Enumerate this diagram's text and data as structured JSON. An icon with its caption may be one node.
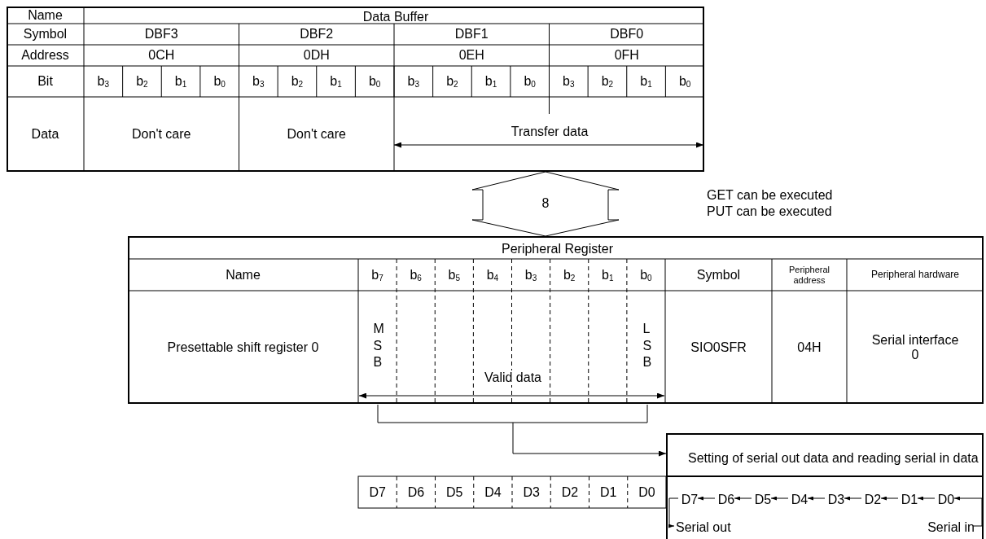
{
  "diagram": {
    "nodes": [
      {
        "text": [
          "Data Buffer"
        ]
      },
      {
        "text": [
          "Peripheral Register"
        ]
      },
      {
        "text": [
          "Setting of serial out data and reading serial in data"
        ]
      },
      {
        "text": [
          "D7"
        ],
        "in": 2
      },
      {
        "text": [
          "D6"
        ],
        "in": 2
      },
      {
        "text": [
          "D5"
        ],
        "in": 2
      },
      {
        "text": [
          "D4"
        ],
        "in": 2
      },
      {
        "text": [
          "D3"
        ],
        "in": 2
      },
      {
        "text": [
          "D2"
        ],
        "in": 2
      },
      {
        "text": [
          "D1"
        ],
        "in": 2
      },
      {
        "text": [
          "D0"
        ],
        "in": 2
      },
      {
        "text": [
          "Serial out"
        ],
        "in": 2
      },
      {
        "text": [
          "Serial in"
        ],
        "in": 2
      }
    ],
    "edges": [
      {
        "from": 0,
        "to": 1,
        "arrow": "both",
        "label": "8",
        "style": "thick"
      },
      {
        "from": 1,
        "to": 2,
        "arrow": "to"
      },
      {
        "from": 4,
        "to": 3,
        "arrow": "to"
      },
      {
        "from": 5,
        "to": 4,
        "arrow": "to"
      },
      {
        "from": 6,
        "to": 5,
        "arrow": "to"
      },
      {
        "from": 7,
        "to": 6,
        "arrow": "to"
      },
      {
        "from": 8,
        "to": 7,
        "arrow": "to"
      },
      {
        "from": 9,
        "to": 8,
        "arrow": "to"
      },
      {
        "from": 10,
        "to": 9,
        "arrow": "to"
      },
      {
        "from": 12,
        "to": 10,
        "arrow": "to"
      },
      {
        "from": 3,
        "to": 11,
        "arrow": "to"
      }
    ],
    "labels": [
      "Name",
      "Symbol",
      "DBF3",
      "DBF2",
      "DBF1",
      "DBF0",
      "Address",
      "0CH",
      "0DH",
      "0EH",
      "0FH",
      "Bit",
      "b$_{3}$",
      "b$_{2}$",
      "b$_{1}$",
      "b$_{0}$",
      "b$_{3}$",
      "b$_{2}$",
      "b$_{1}$",
      "b$_{0}$",
      "b$_{3}$",
      "b$_{2}$",
      "b$_{1}$",
      "b$_{0}$",
      "b$_{3}$",
      "b$_{2}$",
      "b$_{1}$",
      "b$_{0}$",
      "Data",
      "Don't care",
      "Don't care",
      "Transfer data",
      "GET can be executed",
      "PUT can be executed",
      "Name",
      "b$_{7}$",
      "b$_{6}$",
      "b$_{5}$",
      "b$_{4}$",
      "b$_{3}$",
      "b$_{2}$",
      "b$_{1}$",
      "b$_{0}$",
      "Symbol",
      "Peripheral address",
      "Peripheral hardware",
      "Presettable shift register 0",
      "MSB",
      "Valid data",
      "LSB",
      "SIO0SFR",
      "04H",
      "Serial interface 0",
      "D7",
      "D6",
      "D5",
      "D4",
      "D3",
      "D2",
      "D1",
      "D0"
    ]
  }
}
